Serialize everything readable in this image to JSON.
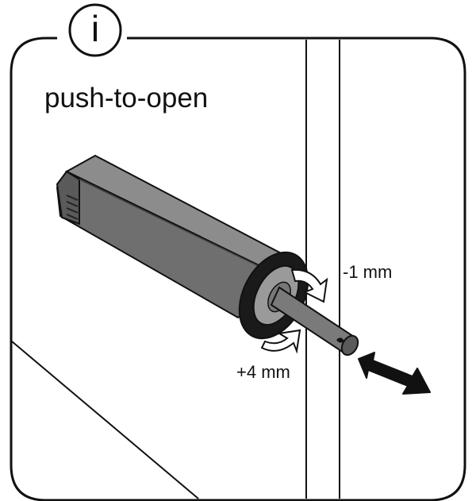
{
  "title": "push-to-open",
  "info_badge": {
    "glyph": "i",
    "icon": "info-icon"
  },
  "labels": {
    "minus_adjust": "-1 mm",
    "plus_adjust": "+4 mm"
  },
  "colors": {
    "outline": "#111111",
    "device_body": "#7a7a7a",
    "device_dark": "#555555",
    "ring": "#1a1a1a",
    "background": "#ffffff"
  }
}
